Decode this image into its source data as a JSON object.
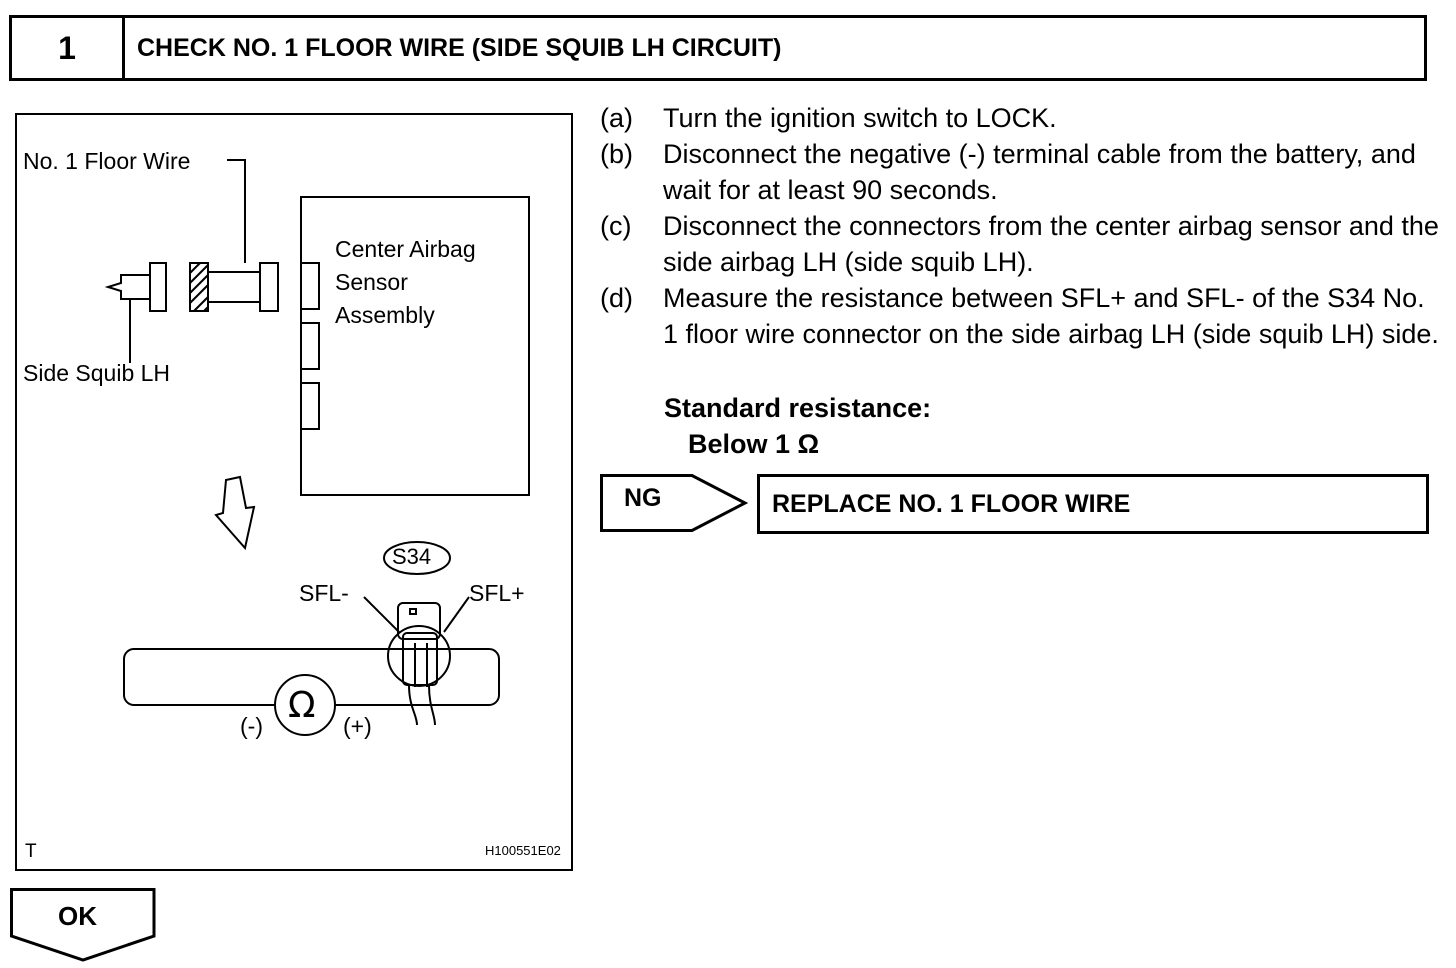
{
  "header": {
    "step_number": "1",
    "title": "CHECK NO. 1 FLOOR WIRE (SIDE SQUIB LH CIRCUIT)"
  },
  "figure": {
    "label_floor_wire": "No. 1 Floor Wire",
    "label_center_sensor_line1": "Center Airbag",
    "label_center_sensor_line2": "Sensor",
    "label_center_sensor_line3": "Assembly",
    "label_side_squib": "Side Squib LH",
    "connector_code": "S34",
    "pin_minus": "SFL-",
    "pin_plus": "SFL+",
    "ohm_symbol": "Ω",
    "lead_minus": "(-)",
    "lead_plus": "(+)",
    "corner_letter": "T",
    "figure_id": "H100551E02"
  },
  "steps": [
    {
      "tag": "(a)",
      "text": "Turn the ignition switch to LOCK."
    },
    {
      "tag": "(b)",
      "text": "Disconnect the negative (-) terminal cable from the battery, and wait for at least 90 seconds."
    },
    {
      "tag": "(c)",
      "text": "Disconnect the connectors from the center airbag sensor and the side airbag LH (side squib LH)."
    },
    {
      "tag": "(d)",
      "text": "Measure the resistance between SFL+ and SFL- of the S34 No. 1 floor wire connector on the side airbag LH (side squib LH) side."
    }
  ],
  "standard": {
    "label": "Standard resistance:",
    "value": "Below 1 Ω"
  },
  "ng": {
    "label": "NG",
    "result": "REPLACE NO. 1 FLOOR WIRE"
  },
  "ok": {
    "label": "OK"
  }
}
